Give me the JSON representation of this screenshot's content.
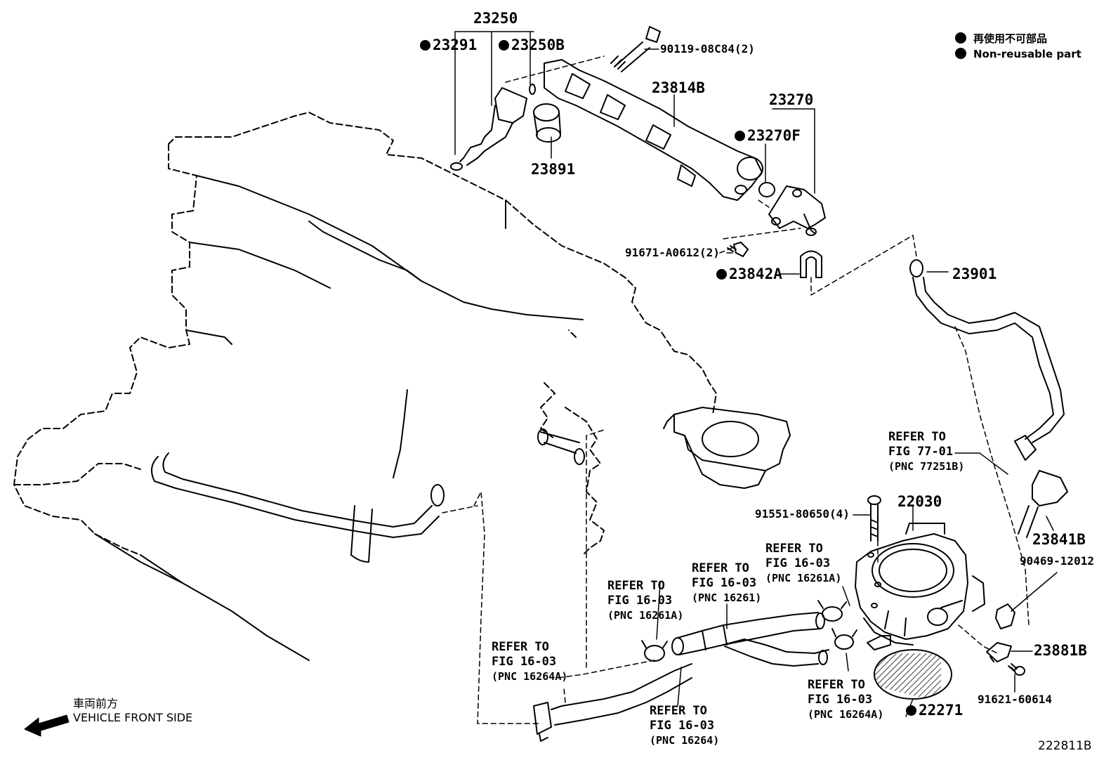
{
  "legend": {
    "jp_text": "再使用不可部品",
    "en_text": "Non-reusable part"
  },
  "parts": {
    "p23250": "23250",
    "p23291": "23291",
    "p23250B": "23250B",
    "p90119": "90119-08C84(2)",
    "p23814B": "23814B",
    "p23270": "23270",
    "p23270F": "23270F",
    "p23891": "23891",
    "p91671": "91671-A0612(2)",
    "p23842A": "23842A",
    "p23901": "23901",
    "p22030": "22030",
    "p91551": "91551-80650(4)",
    "p23841B": "23841B",
    "p90469": "90469-12012",
    "p23881B": "23881B",
    "p91621": "91621-60614",
    "p22271": "22271"
  },
  "refs": {
    "r7701": {
      "l1": "REFER TO",
      "l2": "FIG 77-01",
      "l3": "(PNC 77251B)"
    },
    "r16261A_right": {
      "l1": "REFER TO",
      "l2": "FIG 16-03",
      "l3": "(PNC 16261A)"
    },
    "r16261": {
      "l1": "REFER TO",
      "l2": "FIG 16-03",
      "l3": "(PNC 16261)"
    },
    "r16261A_left": {
      "l1": "REFER TO",
      "l2": "FIG 16-03",
      "l3": "(PNC 16261A)"
    },
    "r16264A_left": {
      "l1": "REFER TO",
      "l2": "FIG 16-03",
      "l3": "(PNC 16264A)"
    },
    "r16264": {
      "l1": "REFER TO",
      "l2": "FIG 16-03",
      "l3": "(PNC 16264)"
    },
    "r16264A_right": {
      "l1": "REFER TO",
      "l2": "FIG 16-03",
      "l3": "(PNC 16264A)"
    }
  },
  "front": {
    "jp": "車両前方",
    "en": "VEHICLE FRONT SIDE"
  },
  "figure_code": "222811B",
  "colors": {
    "ink": "#000000",
    "background": "#ffffff"
  }
}
